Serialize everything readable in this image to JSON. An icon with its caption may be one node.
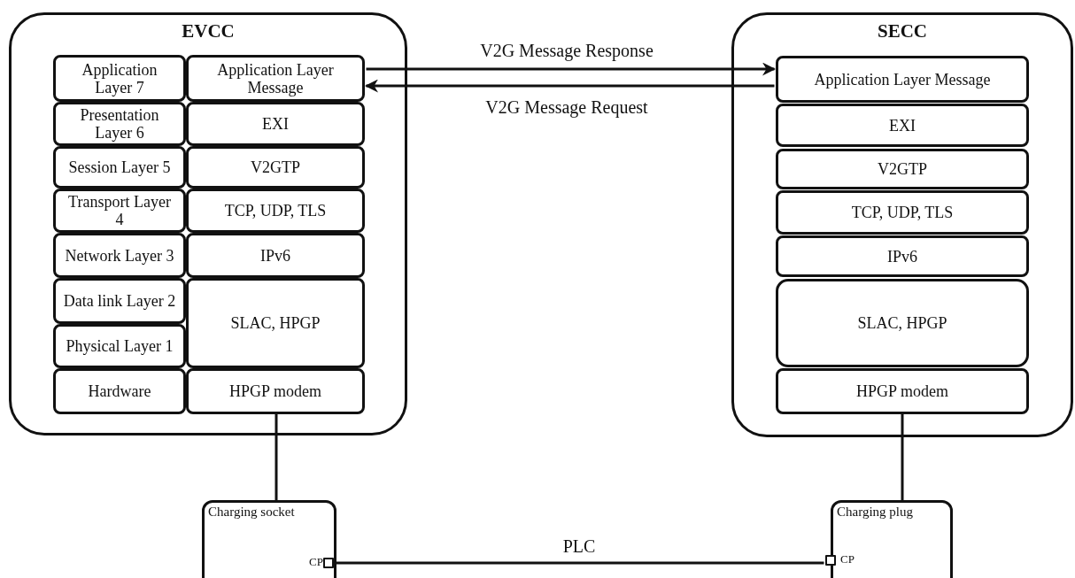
{
  "diagram": {
    "nodes": [
      {
        "text": [
          "EVCC"
        ]
      },
      {
        "text": [
          "Application Layer 7"
        ],
        "in": 0
      },
      {
        "text": [
          "Application Layer Message"
        ],
        "in": 0
      },
      {
        "text": [
          "Presentation Layer 6"
        ],
        "in": 0
      },
      {
        "text": [
          "EXI"
        ],
        "in": 0
      },
      {
        "text": [
          "Session Layer 5"
        ],
        "in": 0
      },
      {
        "text": [
          "V2GTP"
        ],
        "in": 0
      },
      {
        "text": [
          "Transport Layer 4"
        ],
        "in": 0
      },
      {
        "text": [
          "TCP, UDP, TLS"
        ],
        "in": 0
      },
      {
        "text": [
          "Network Layer 3"
        ],
        "in": 0
      },
      {
        "text": [
          "IPv6"
        ],
        "in": 0
      },
      {
        "text": [
          "Data link Layer 2"
        ],
        "in": 0
      },
      {
        "text": [
          "SLAC, HPGP"
        ],
        "in": 0
      },
      {
        "text": [
          "Physical Layer 1"
        ],
        "in": 0
      },
      {
        "text": [
          "Hardware"
        ],
        "in": 0
      },
      {
        "text": [
          "HPGP modem"
        ],
        "in": 0
      },
      {
        "text": [
          "SECC"
        ]
      },
      {
        "text": [
          "Application Layer Message"
        ],
        "in": 16
      },
      {
        "text": [
          "EXI"
        ],
        "in": 16
      },
      {
        "text": [
          "V2GTP"
        ],
        "in": 16
      },
      {
        "text": [
          "TCP, UDP, TLS"
        ],
        "in": 16
      },
      {
        "text": [
          "IPv6"
        ],
        "in": 16
      },
      {
        "text": [
          "SLAC, HPGP"
        ],
        "in": 16
      },
      {
        "text": [
          "HPGP modem"
        ],
        "in": 16
      },
      {
        "text": [
          "Charging socket"
        ]
      },
      {
        "text": [],
        "shape": "box",
        "beside": [
          "CP"
        ],
        "in": 24
      },
      {
        "text": [
          "Charging plug"
        ]
      },
      {
        "text": [],
        "shape": "box",
        "beside": [
          "CP"
        ],
        "in": 26
      }
    ],
    "edges": [
      {
        "from": 2,
        "to": 17,
        "arrow": "to",
        "label": "V2G Message Response"
      },
      {
        "from": 17,
        "to": 2,
        "arrow": "to",
        "label": "V2G Message Request"
      },
      {
        "from": 15,
        "to": 24,
        "arrow": "none"
      },
      {
        "from": 23,
        "to": 26,
        "arrow": "none"
      },
      {
        "from": 25,
        "to": 27,
        "arrow": "none",
        "label": "PLC"
      }
    ]
  }
}
